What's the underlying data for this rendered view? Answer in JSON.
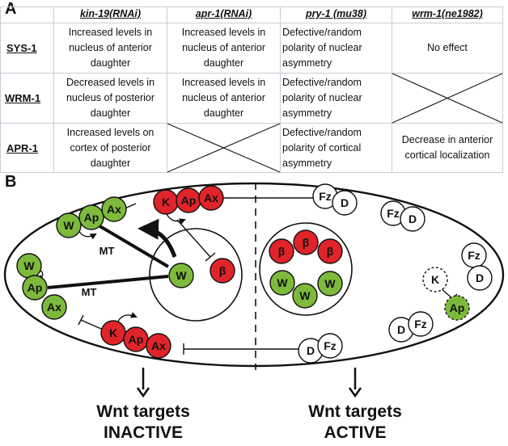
{
  "panel_a": {
    "label": "A",
    "columns": [
      "kin-19(RNAi)",
      "apr-1(RNAi)",
      "pry-1 (mu38)",
      "wrm-1(ne1982)"
    ],
    "rows": [
      {
        "name": "SYS-1",
        "cells": [
          "Increased levels in nucleus of anterior daughter",
          "Increased levels in nucleus of anterior daughter",
          "Defective/random polarity of nuclear asymmetry",
          "No effect"
        ]
      },
      {
        "name": "WRM-1",
        "cells": [
          "Decreased levels in nucleus of posterior daughter",
          "Increased levels in nucleus of anterior daughter",
          "Defective/random polarity of nuclear asymmetry",
          null
        ]
      },
      {
        "name": "APR-1",
        "cells": [
          "Increased levels on cortex of posterior daughter",
          null,
          "Defective/random polarity of cortical asymmetry",
          "Decrease in anterior cortical localization"
        ]
      }
    ]
  },
  "panel_b": {
    "label": "B",
    "microtubule_label": "MT",
    "nodes": {
      "kinase": "K",
      "apr1": "Ap",
      "axin": "Ax",
      "wrm1": "W",
      "beta": "β",
      "frizzled": "Fz",
      "dishevelled": "D"
    },
    "colors": {
      "red": "#e0242a",
      "green": "#7dba3c",
      "white": "#ffffff",
      "stroke": "#111111"
    },
    "left_outcome": {
      "line1": "Wnt targets",
      "line2": "INACTIVE"
    },
    "right_outcome": {
      "line1": "Wnt targets",
      "line2": "ACTIVE"
    }
  }
}
